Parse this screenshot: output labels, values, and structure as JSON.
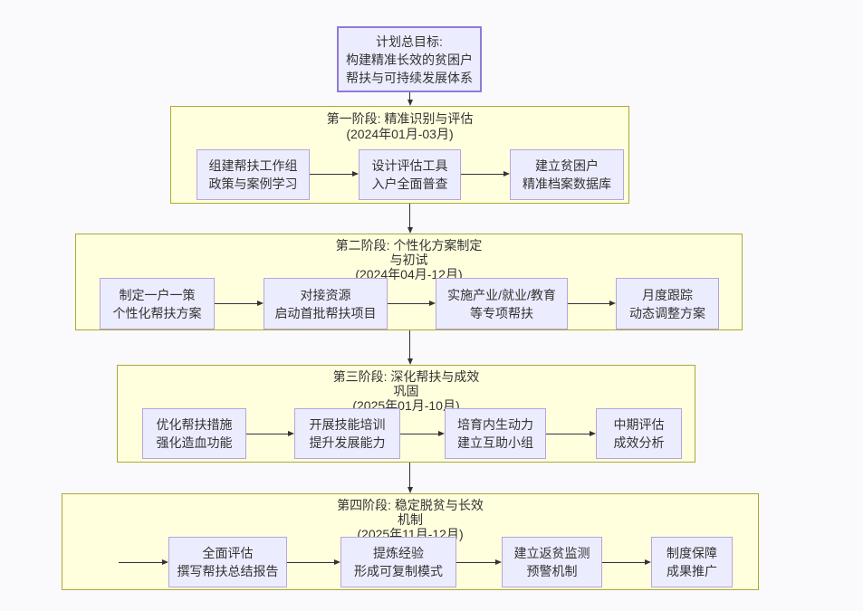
{
  "colors": {
    "page_background": "#fafafc",
    "node_fill": "#ececff",
    "node_border": "#b4a6dc",
    "goal_border": "#8f7ad6",
    "phase_fill": "#ffffde",
    "phase_border": "#aaaa33",
    "edge": "#333333",
    "text": "#333333"
  },
  "goal": {
    "line1": "计划总目标:",
    "line2": "构建精准长效的贫困户",
    "line3": "帮扶与可持续发展体系"
  },
  "phases": [
    {
      "title": "第一阶段: 精准识别与评估",
      "dates": "(2024年01月-03月)",
      "steps": [
        {
          "line1": "组建帮扶工作组",
          "line2": "政策与案例学习"
        },
        {
          "line1": "设计评估工具",
          "line2": "入户全面普查"
        },
        {
          "line1": "建立贫困户",
          "line2": "精准档案数据库"
        }
      ]
    },
    {
      "title": "第二阶段: 个性化方案制定",
      "subtitle": "与初试",
      "dates": "(2024年04月-12月)",
      "steps": [
        {
          "line1": "制定一户一策",
          "line2": "个性化帮扶方案"
        },
        {
          "line1": "对接资源",
          "line2": "启动首批帮扶项目"
        },
        {
          "line1": "实施产业/就业/教育",
          "line2": "等专项帮扶"
        },
        {
          "line1": "月度跟踪",
          "line2": "动态调整方案"
        }
      ]
    },
    {
      "title": "第三阶段: 深化帮扶与成效",
      "subtitle": "巩固",
      "dates": "(2025年01月-10月)",
      "steps": [
        {
          "line1": "优化帮扶措施",
          "line2": "强化造血功能"
        },
        {
          "line1": "开展技能培训",
          "line2": "提升发展能力"
        },
        {
          "line1": "培育内生动力",
          "line2": "建立互助小组"
        },
        {
          "line1": "中期评估",
          "line2": "成效分析"
        }
      ]
    },
    {
      "title": "第四阶段: 稳定脱贫与长效",
      "subtitle": "机制",
      "dates": "(2025年11月-12月)",
      "steps": [
        {
          "line1": "全面评估",
          "line2": "撰写帮扶总结报告"
        },
        {
          "line1": "提炼经验",
          "line2": "形成可复制模式"
        },
        {
          "line1": "建立返贫监测",
          "line2": "预警机制"
        },
        {
          "line1": "制度保障",
          "line2": "成果推广"
        }
      ]
    }
  ]
}
